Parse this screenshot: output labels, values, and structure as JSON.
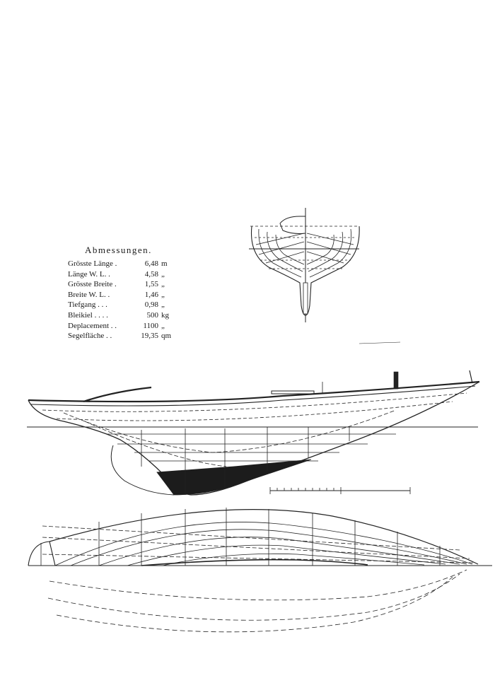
{
  "specifications": {
    "title": "Abmessungen.",
    "rows": [
      {
        "label": "Grösste Länge .",
        "value": "6,48",
        "unit": "m"
      },
      {
        "label": "Länge W. L.   .",
        "value": "4,58",
        "unit": "„"
      },
      {
        "label": "Grösste Breite .",
        "value": "1,55",
        "unit": "„"
      },
      {
        "label": "Breite W. L.  .",
        "value": "1,46",
        "unit": "„"
      },
      {
        "label": "Tiefgang . . .",
        "value": "0,98",
        "unit": "„"
      },
      {
        "label": "Bleikiel . . . .",
        "value": "500",
        "unit": "kg"
      },
      {
        "label": "Deplacement . .",
        "value": "1100",
        "unit": "„"
      },
      {
        "label": "Segelfläche . .",
        "value": "19,35",
        "unit": "qm"
      }
    ]
  }
}
